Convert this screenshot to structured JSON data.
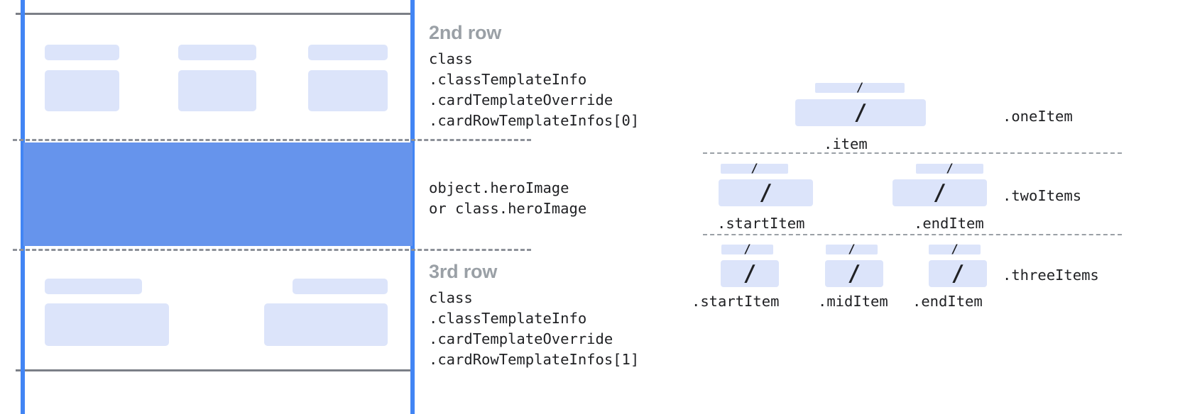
{
  "colors": {
    "accent_blue": "#4285f4",
    "hero_blue": "#6694ec",
    "placeholder_blue": "#dce4fa",
    "rule_gray": "#7b7f87",
    "dash_gray": "#8d9199",
    "title_gray": "#9aa0a6",
    "text_dark": "#202124",
    "background": "#ffffff"
  },
  "card_diagram": {
    "rows": [
      {
        "title": "2nd row",
        "code_lines": [
          "class",
          ".classTemplateInfo",
          ".cardTemplateOverride",
          ".cardRowTemplateInfos[0]"
        ],
        "placeholder_count": 6
      },
      {
        "title": "",
        "code_lines": [
          "object.heroImage",
          "or class.heroImage"
        ],
        "placeholder_count": 0
      },
      {
        "title": "3rd row",
        "code_lines": [
          "class",
          ".classTemplateInfo",
          ".cardTemplateOverride",
          ".cardRowTemplateInfos[1]"
        ],
        "placeholder_count": 4
      }
    ]
  },
  "item_diagram": {
    "slash_glyph": "/",
    "groups": [
      {
        "name": "oneItem",
        "right_label": ".oneItem",
        "items": [
          {
            "bottom_label": ".item"
          }
        ]
      },
      {
        "name": "twoItems",
        "right_label": ".twoItems",
        "items": [
          {
            "bottom_label": ".startItem"
          },
          {
            "bottom_label": ".endItem"
          }
        ]
      },
      {
        "name": "threeItems",
        "right_label": ".threeItems",
        "items": [
          {
            "bottom_label": ".startItem"
          },
          {
            "bottom_label": ".midItem"
          },
          {
            "bottom_label": ".endItem"
          }
        ]
      }
    ]
  }
}
